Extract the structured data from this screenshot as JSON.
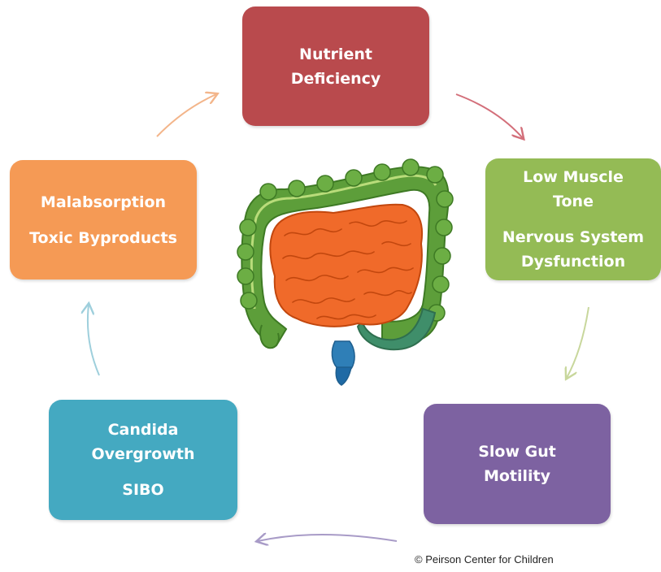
{
  "boxes": {
    "nutrient": {
      "line1": "Nutrient",
      "line2": "Deficiency"
    },
    "muscle": {
      "line1": "Low Muscle",
      "line2": "Tone",
      "line3": "Nervous System",
      "line4": "Dysfunction"
    },
    "motility": {
      "line1": "Slow Gut",
      "line2": "Motility"
    },
    "candida": {
      "line1": "Candida",
      "line2": "Overgrowth",
      "line3": "SIBO"
    },
    "malabsorption": {
      "line1": "Malabsorption",
      "line2": "Toxic Byproducts"
    }
  },
  "copyright": "© Peirson Center for Children",
  "colors": {
    "nutrient": "#b94a4d",
    "muscle": "#94bb55",
    "motility": "#7d62a1",
    "candida": "#44a9c1",
    "malabsorption": "#f59a55",
    "colon": "#5d9e3a",
    "small_intestine": "#f06a2a",
    "rectum": "#2f7fb7"
  },
  "icons": [
    "intestine-illustration",
    "cycle-arrows"
  ]
}
